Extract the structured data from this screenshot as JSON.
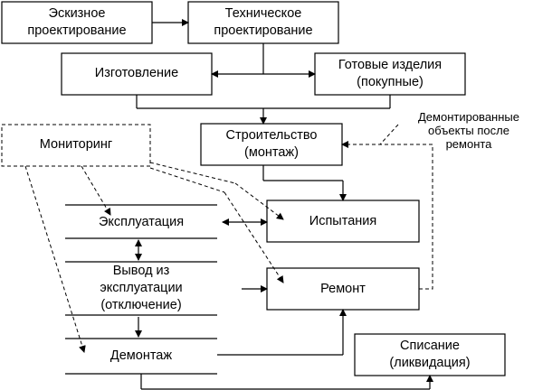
{
  "nodes": {
    "sketch_design": "Эскизное\nпроектирование",
    "tech_design": "Техническое\nпроектирование",
    "manufacturing": "Изготовление",
    "finished_goods": "Готовые изделия\n(покупные)",
    "construction": "Строительство\n(монтаж)",
    "monitoring": "Мониторинг",
    "operation": "Эксплуатация",
    "testing": "Испытания",
    "decommission": "Вывод из\nэксплуатации\n(отключение)",
    "repair": "Ремонт",
    "dismantling": "Демонтаж",
    "write_off": "Списание\n(ликвидация)"
  },
  "annotation": "Демонтированные\nобъекты после\nремонта"
}
